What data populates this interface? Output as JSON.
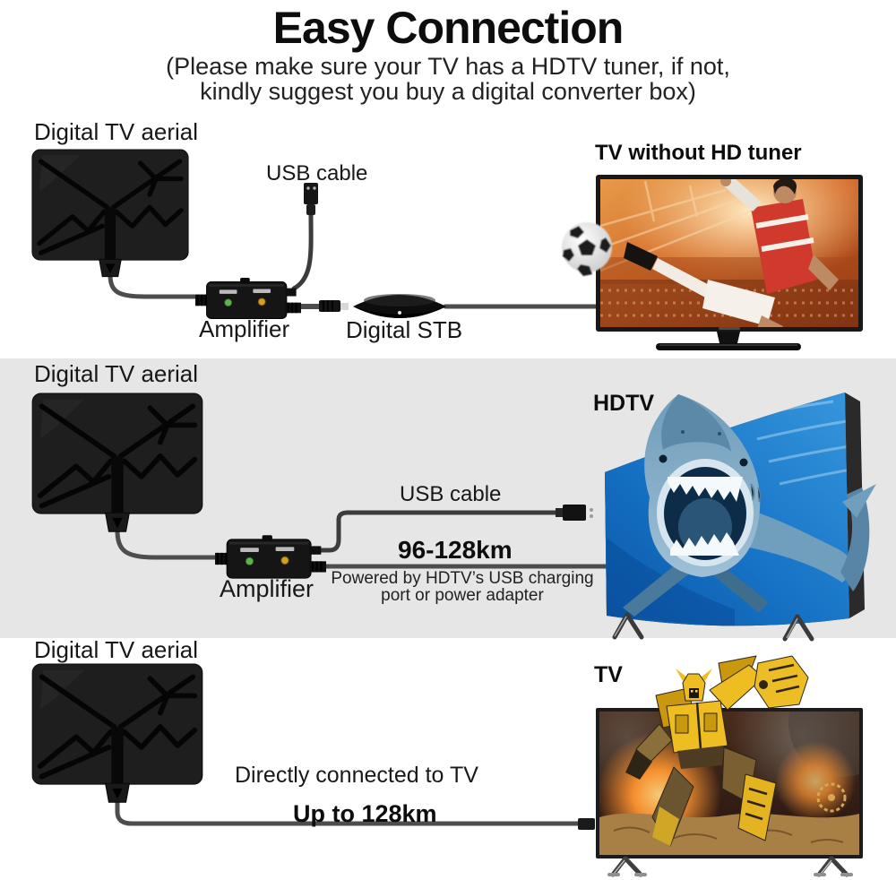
{
  "header": {
    "title": "Easy Connection",
    "subtitle_line1": "(Please make sure your TV has a HDTV tuner, if not,",
    "subtitle_line2": "kindly suggest you buy a digital converter box)"
  },
  "section_stb": {
    "aerial_label": "Digital TV aerial",
    "usb_cable_label": "USB cable",
    "amplifier_label": "Amplifier",
    "stb_label": "Digital STB",
    "tv_heading": "TV without HD tuner"
  },
  "section_hdtv": {
    "aerial_label": "Digital TV aerial",
    "usb_cable_label": "USB cable",
    "amplifier_label": "Amplifier",
    "range_text": "96-128km",
    "power_note_line1": "Powered by HDTV’s USB charging",
    "power_note_line2": "port or power adapter",
    "tv_heading": "HDTV"
  },
  "section_direct": {
    "aerial_label": "Digital TV aerial",
    "connection_text": "Directly connected to TV",
    "range_text": "Up to 128km",
    "tv_heading": "TV"
  },
  "colors": {
    "background": "#ffffff",
    "band_gray": "#e6e6e6",
    "cable_gray": "#4d4d4d",
    "led_green": "#5cb54a",
    "led_amber": "#d3a01c",
    "text_black": "#1a1a1a"
  }
}
